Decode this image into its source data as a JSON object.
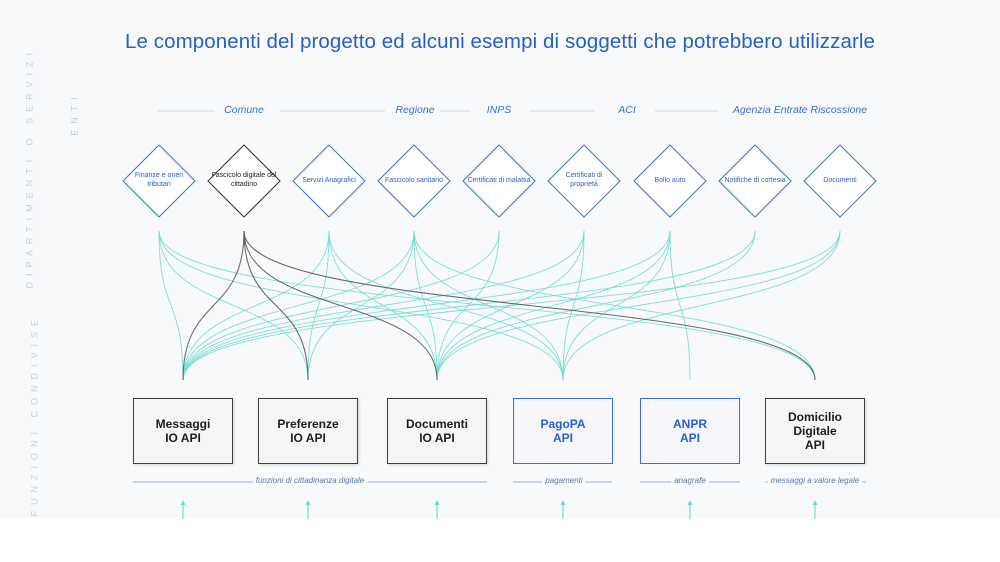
{
  "title": "Le componenti del progetto ed alcuni esempi di soggetti che potrebbero utilizzarle",
  "side_labels": {
    "entities": "ENTI",
    "departments": "DIPARTIMENTI O SERVIZI",
    "functions": "FUNZIONI CONDIVISE"
  },
  "entities": [
    {
      "label": "Comune"
    },
    {
      "label": "Regione"
    },
    {
      "label": "INPS"
    },
    {
      "label": "ACI"
    },
    {
      "label": "Agenzia Entrate Riscossione"
    }
  ],
  "services": [
    {
      "label": "Finanze e oneri tributari",
      "style": "blue"
    },
    {
      "label": "Fascicolo digitale del cittadino",
      "style": "dark"
    },
    {
      "label": "Servizi Anagrafici",
      "style": "blue"
    },
    {
      "label": "Fascicolo sanitario",
      "style": "blue"
    },
    {
      "label": "Certificati di malattia",
      "style": "blue"
    },
    {
      "label": "Certificati di proprietà",
      "style": "blue"
    },
    {
      "label": "Bollo auto",
      "style": "blue"
    },
    {
      "label": "Notifiche di cortesia",
      "style": "blue"
    },
    {
      "label": "Documenti",
      "style": "blue"
    }
  ],
  "functions": [
    {
      "label": "Messaggi\nIO API",
      "style": "dark"
    },
    {
      "label": "Preferenze\nIO API",
      "style": "dark"
    },
    {
      "label": "Documenti\nIO API",
      "style": "dark"
    },
    {
      "label": "PagoPA\nAPI",
      "style": "blue"
    },
    {
      "label": "ANPR\nAPI",
      "style": "blue"
    },
    {
      "label": "Domicilio\nDigitale\nAPI",
      "style": "dark"
    }
  ],
  "captions": [
    {
      "label": "funzioni di cittadinanza digitale"
    },
    {
      "label": "pagamenti"
    },
    {
      "label": "anagrafe"
    },
    {
      "label": "messaggi a valore legale"
    }
  ],
  "colors": {
    "title": "#2a5fc0",
    "blue_stroke": "#3e6fd6",
    "dark_stroke": "#3e3e3e",
    "teal_link": "#6fd9cf",
    "gray_link": "#5a5a5a"
  }
}
